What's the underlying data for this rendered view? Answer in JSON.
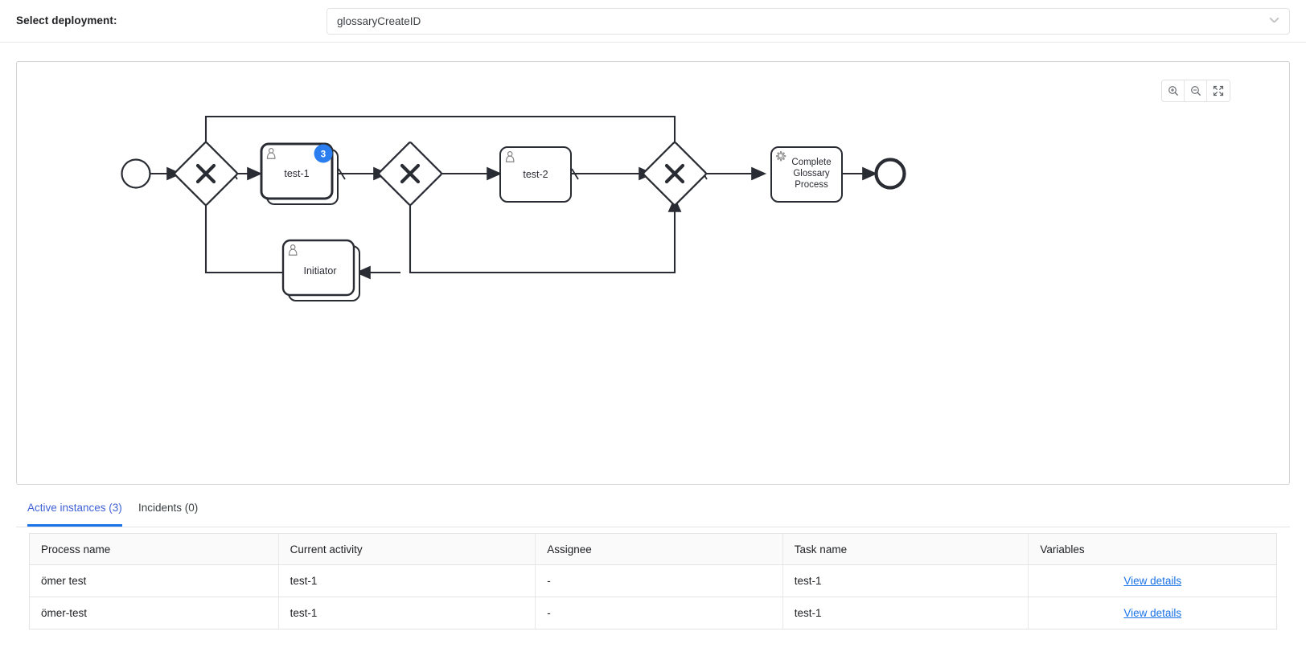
{
  "header": {
    "label": "Select deployment:",
    "deployment": {
      "value": "glossaryCreateID",
      "placeholder": "Select deployment",
      "chevron_icon": "chevron-down-icon"
    }
  },
  "diagram": {
    "toolbar": {
      "zoom_in": "zoom-in-icon",
      "zoom_out": "zoom-out-icon",
      "reset": "fit-to-screen-icon"
    },
    "nodes": [
      {
        "id": "start",
        "type": "start-event",
        "label": ""
      },
      {
        "id": "gw1",
        "type": "exclusive-gateway",
        "label": "",
        "marker": "X"
      },
      {
        "id": "task_test1",
        "type": "user-task",
        "label": "test-1",
        "badge": "3",
        "icon": "user-icon"
      },
      {
        "id": "gw2",
        "type": "exclusive-gateway",
        "label": "",
        "marker": "X"
      },
      {
        "id": "task_test2",
        "type": "user-task",
        "label": "test-2",
        "icon": "user-icon"
      },
      {
        "id": "gw3",
        "type": "exclusive-gateway",
        "label": "",
        "marker": "X"
      },
      {
        "id": "task_complete",
        "type": "service-task",
        "label": "Complete Glossary Process",
        "icon": "gear-icon"
      },
      {
        "id": "end",
        "type": "end-event",
        "label": ""
      },
      {
        "id": "task_initiator",
        "type": "user-task",
        "label": "Initiator",
        "icon": "user-icon"
      }
    ],
    "badge_color": "#2a7ef0"
  },
  "tabs": [
    {
      "label": "Active instances (3)",
      "active": true
    },
    {
      "label": "Incidents (0)",
      "active": false
    }
  ],
  "table": {
    "columns": [
      "Process name",
      "Current activity",
      "Assignee",
      "Task name",
      "Variables"
    ],
    "rows": [
      {
        "process_name": "ömer test",
        "current_activity": "test-1",
        "assignee": "-",
        "task_name": "test-1",
        "variables_link": "View details"
      },
      {
        "process_name": "ömer-test",
        "current_activity": "test-1",
        "assignee": "-",
        "task_name": "test-1",
        "variables_link": "View details"
      }
    ]
  }
}
